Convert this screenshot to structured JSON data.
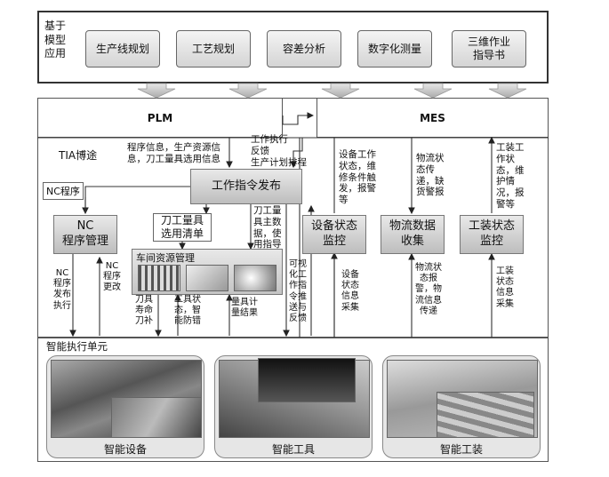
{
  "top_panel": {
    "label": "基于\n模型\n应用",
    "modules": [
      "生产线规划",
      "工艺规划",
      "容差分析",
      "数字化测量",
      "三维作业\n指导书"
    ]
  },
  "systems": {
    "plm": "PLM",
    "mes": "MES",
    "tia": "TIA博途"
  },
  "boxes": {
    "nc_label": "NC程序",
    "nc_mgmt": "NC\n程序管理",
    "work_cmd": "工作指令发布",
    "tool_list": "刀工量具\n选用清单",
    "workshop": "车间资源管理",
    "equip_mon": "设备状态\n监控",
    "logistics": "物流数据\n收集",
    "fixture_mon": "工装状态\n监控"
  },
  "labels": {
    "prog_info": "程序信息，生产资源信\n息，刀工量具选用信息",
    "feedback": "工作执行\n反馈\n生产计划排程",
    "equip_fault": "设备工作\n状态，维\n修条件触\n发，报警\n等",
    "logi_status": "物流状\n态传\n递，缺\n货警报",
    "fixture_status": "工装工\n作状\n态，维\n护情\n况，报\n警等",
    "tool_master": "刀工量\n具主数\n据，使\n用指导",
    "nc_exec": "NC\n程序\n发布\n执行",
    "nc_change": "NC\n程序\n更改",
    "tool_life": "刀具\n寿命\n刀补",
    "tool_state": "工具状\n态，智\n能防错",
    "gauge_result": "量具计\n量结果",
    "visual_cmd": "可视\n化工\n作指\n令推\n送与\n反馈",
    "equip_collect": "设备\n状态\n信息\n采集",
    "logi_report": "物流状\n态报\n警，物\n流信息\n传递",
    "fixture_collect": "工装\n状态\n信息\n采集"
  },
  "bottom": {
    "title": "智能执行单元",
    "units": [
      "智能设备",
      "智能工具",
      "智能工装"
    ]
  }
}
